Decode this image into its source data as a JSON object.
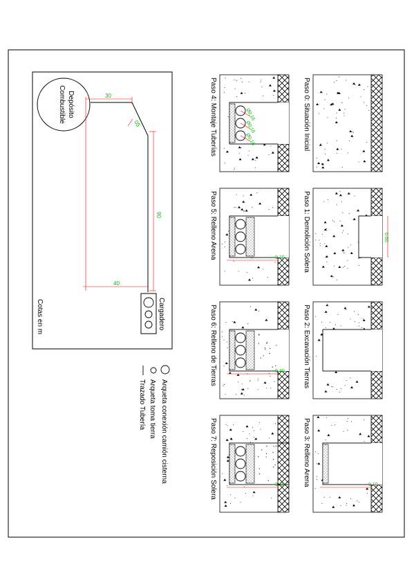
{
  "plan": {
    "tank_label_1": "Depósito",
    "tank_label_2": "Combustible",
    "loading_label": "Cargadero",
    "units_note": "Cotas en m",
    "dims": {
      "d30": "30",
      "d05": "05",
      "d90": "90",
      "d40": "40"
    }
  },
  "legend": {
    "large_circle": "Arqueta conexión camión cisterna",
    "small_circle": "Arqueta toma tierra",
    "line": "Trazado Tubería"
  },
  "steps": [
    {
      "title": "Paso 0: Situación Inicial",
      "dims": []
    },
    {
      "title": "Paso 1: Demolición Solera",
      "dims": [
        "0.60"
      ]
    },
    {
      "title": "Paso 2: Excavación Tierras",
      "dims": []
    },
    {
      "title": "Paso 3: Relleno Arena",
      "dims": [
        "0.10"
      ]
    },
    {
      "title": "Paso 4: Montaje Tuberías",
      "dims": [
        "Ø0.16",
        "Ø0.16",
        "Ø0.16"
      ]
    },
    {
      "title": "Paso 5: Relleno Arena",
      "dims": [
        "0.10"
      ]
    },
    {
      "title": "Paso 6: Relleno de Tierras",
      "dims": [
        "0.40"
      ]
    },
    {
      "title": "Paso 7: Reposición Solera",
      "dims": [
        "0.10"
      ]
    }
  ],
  "colors": {
    "ink": "#000000",
    "dimension": "#ff0000",
    "dim_text": "#00c000"
  }
}
